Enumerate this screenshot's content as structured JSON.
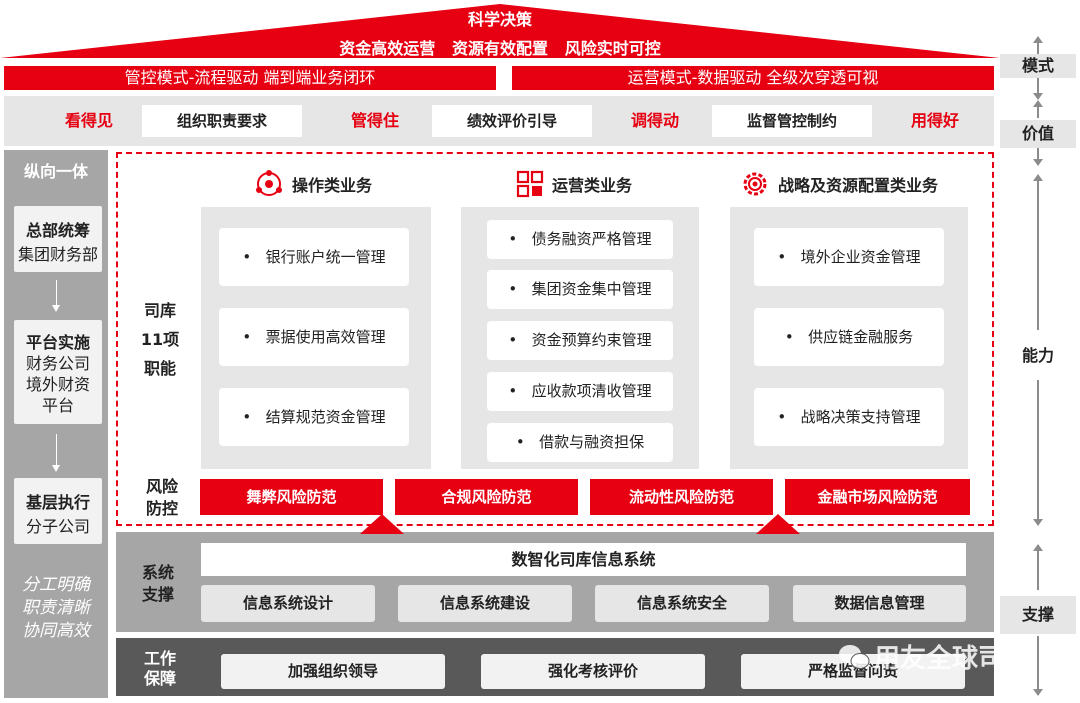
{
  "roof": {
    "title": "科学决策",
    "goals": "资金高效运营   资源有效配置   风险实时可控"
  },
  "models": [
    "管控模式-流程驱动  端到端业务闭环",
    "运营模式-数据驱动  全级次穿透可视"
  ],
  "values": {
    "red": [
      "看得见",
      "管得住",
      "调得动",
      "用得好"
    ],
    "boxes": [
      "组织职责要求",
      "绩效评价引导",
      "监督管控制约"
    ]
  },
  "left": {
    "top": "纵向一体",
    "levels": [
      {
        "title": "总部统筹",
        "lines": [
          "集团财务部"
        ]
      },
      {
        "title": "平台实施",
        "lines": [
          "财务公司",
          "境外财资",
          "平台"
        ]
      },
      {
        "title": "基层执行",
        "lines": [
          "分子公司"
        ]
      }
    ],
    "slogan": [
      "分工明确",
      "职责清晰",
      "协同高效"
    ]
  },
  "capability": {
    "label": [
      "司库",
      "11项",
      "职能"
    ],
    "columns": [
      {
        "title": "操作类业务",
        "items": [
          "银行账户统一管理",
          "票据使用高效管理",
          "结算规范资金管理"
        ]
      },
      {
        "title": "运营类业务",
        "items": [
          "债务融资严格管理",
          "集团资金集中管理",
          "资金预算约束管理",
          "应收款项清收管理",
          "借款与融资担保"
        ]
      },
      {
        "title": "战略及资源配置类业务",
        "items": [
          "境外企业资金管理",
          "供应链金融服务",
          "战略决策支持管理"
        ]
      }
    ],
    "risk_label": [
      "风险",
      "防控"
    ],
    "risks": [
      "舞弊风险防范",
      "合规风险防范",
      "流动性风险防范",
      "金融市场风险防范"
    ]
  },
  "support": {
    "sys_label": [
      "系统",
      "支撑"
    ],
    "sys_title": "数智化司库信息系统",
    "sys_items": [
      "信息系统设计",
      "信息系统建设",
      "信息系统安全",
      "数据信息管理"
    ],
    "work_label": [
      "工作",
      "保障"
    ],
    "work_items": [
      "加强组织领导",
      "强化考核评价",
      "严格监督问责"
    ]
  },
  "axis": [
    "模式",
    "价值",
    "能力",
    "支撑"
  ],
  "watermark": "用友全球司库",
  "colors": {
    "brand": "#e60012",
    "panel": "#e6e6e6",
    "dark": "#595959",
    "mid": "#a6a6a6"
  }
}
